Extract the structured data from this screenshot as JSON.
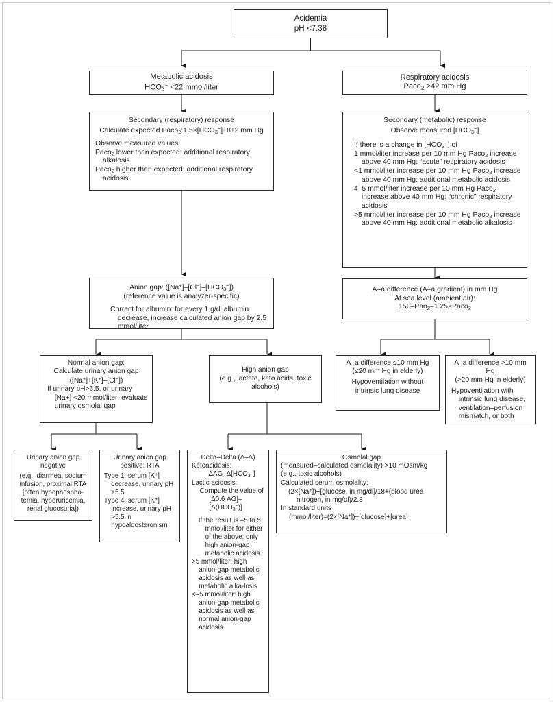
{
  "diagram": {
    "title": "Acid-base disorder diagnostic algorithm",
    "type": "flowchart",
    "border_color": "#c9c9cc",
    "node_border_color": "#2b2b2b",
    "text_color": "#231f20"
  },
  "nodes": {
    "acidemia": {
      "id": "acidemia",
      "lines": [
        "Acidemia",
        "pH <7.38"
      ]
    },
    "metabolic_acidosis": {
      "id": "metabolic-acidosis",
      "lines": [
        "Metabolic acidosis",
        "HCO3− <22 mmol/liter"
      ]
    },
    "respiratory_acidosis": {
      "id": "respiratory-acidosis",
      "lines": [
        "Respiratory acidosis",
        "Paco2 >42 mm Hg"
      ]
    },
    "secondary_respiratory": {
      "id": "secondary-respiratory-response",
      "heading": [
        "Secondary (respiratory) response",
        "Calculate expected Paco2:1.5×[HCO3−]+8±2 mm Hg"
      ],
      "body": [
        "Observe measured values",
        "Paco2 lower than expected: additional respiratory alkalosis",
        "Paco2 higher than expected: additional respiratory acidosis"
      ]
    },
    "secondary_metabolic": {
      "id": "secondary-metabolic-response",
      "heading": [
        "Secondary (metabolic) response",
        "Observe measured [HCO3−]"
      ],
      "body": [
        "If there is a change in [HCO3−] of",
        "1 mmol/liter increase per 10 mm Hg Paco2 increase above 40 mm Hg: “acute” respiratory acidosis",
        "<1 mmol/liter increase per 10 mm Hg Paco2 increase above 40 mm Hg: additional metabolic acidosis",
        "4–5 mmol/liter increase per 10 mm Hg Paco2 increase above 40 mm Hg: “chronic” respiratory acidosis",
        ">5 mmol/liter increase per 10 mm Hg Paco2 increase above 40 mm Hg: additional metabolic alkalosis"
      ]
    },
    "anion_gap": {
      "id": "anion-gap",
      "heading": [
        "Anion gap: ([Na+]–[Cl−]–[HCO3−])",
        "(reference value is analyzer-specific)"
      ],
      "body": [
        "Correct for albumin: for every 1 g/dl albumin decrease, increase calculated anion gap by 2.5 mmol/liter"
      ]
    },
    "aa_difference": {
      "id": "a-a-difference",
      "lines": [
        "A–a difference (A–a gradient) in mm Hg",
        "At sea level (ambient air):",
        "150–Pao2–1.25×Paco2"
      ]
    },
    "normal_anion_gap": {
      "id": "normal-anion-gap",
      "heading": [
        "Normal anion gap:",
        "Calculate urinary anion gap",
        "([Na+]+[K+]–[Cl−])"
      ],
      "body": [
        "If urinary pH>6.5, or urinary [Na+] <20 mmol/liter: evaluate urinary osmolal gap"
      ]
    },
    "high_anion_gap": {
      "id": "high-anion-gap",
      "lines": [
        "High anion gap",
        "(e.g., lactate, keto acids, toxic alcohols)"
      ]
    },
    "aa_low": {
      "id": "a-a-difference-low",
      "heading": [
        "A–a difference ≤10 mm Hg",
        "(≤20 mm Hg in elderly)"
      ],
      "body": [
        "Hypoventilation without intrinsic lung disease"
      ]
    },
    "aa_high": {
      "id": "a-a-difference-high",
      "heading": [
        "A–a difference >10 mm Hg",
        "(>20 mm Hg in elderly)"
      ],
      "body": [
        "Hypoventilation with intrinsic lung disease, ventilation–perfusion mismatch, or both"
      ]
    },
    "uag_negative": {
      "id": "urinary-anion-gap-negative",
      "heading": [
        "Urinary anion gap",
        "negative"
      ],
      "body": [
        "(e.g., diarrhea, sodium infusion, proximal RTA [often hypophospha-temia, hyperuricemia, renal glucosuria])"
      ]
    },
    "uag_positive": {
      "id": "urinary-anion-gap-positive",
      "heading": [
        "Urinary anion gap",
        "positive: RTA"
      ],
      "body": [
        "Type 1: serum [K+] decrease, urinary pH >5.5",
        "Type 4: serum [K+] increase, urinary pH >5.5 in hypoaldosteronism"
      ]
    },
    "delta_delta": {
      "id": "delta-delta",
      "title": "Delta–Delta (Δ–Δ)",
      "body": [
        "Ketoacidosis:",
        "ΔAG–Δ[HCO3−]",
        "Lactic acidosis:",
        "Compute the value of [Δ0.6 AG]–[Δ(HCO3−)]"
      ],
      "body2": [
        "If the result is –5 to 5 mmol/liter for either of the above: only high anion-gap metabolic acidosis",
        ">5 mmol/liter: high anion-gap metabolic acidosis as well as metabolic alka-losis",
        "<–5 mmol/liter: high anion-gap metabolic acidosis as well as normal anion-gap acidosis"
      ]
    },
    "osmolal_gap": {
      "id": "osmolal-gap",
      "title": "Osmolal gap",
      "body": [
        "(measured–calculated osmolality) >10 mOsm/kg",
        "(e.g., toxic alcohols)",
        "Calculated serum osmolality:",
        "(2×[Na+])+[glucose, in mg/dl]/18+(blood urea nitrogen, in mg/dl)/2.8",
        "In standard units",
        "(mmol/liter)=(2×[Na+])+[glucose]+[urea]"
      ]
    }
  }
}
